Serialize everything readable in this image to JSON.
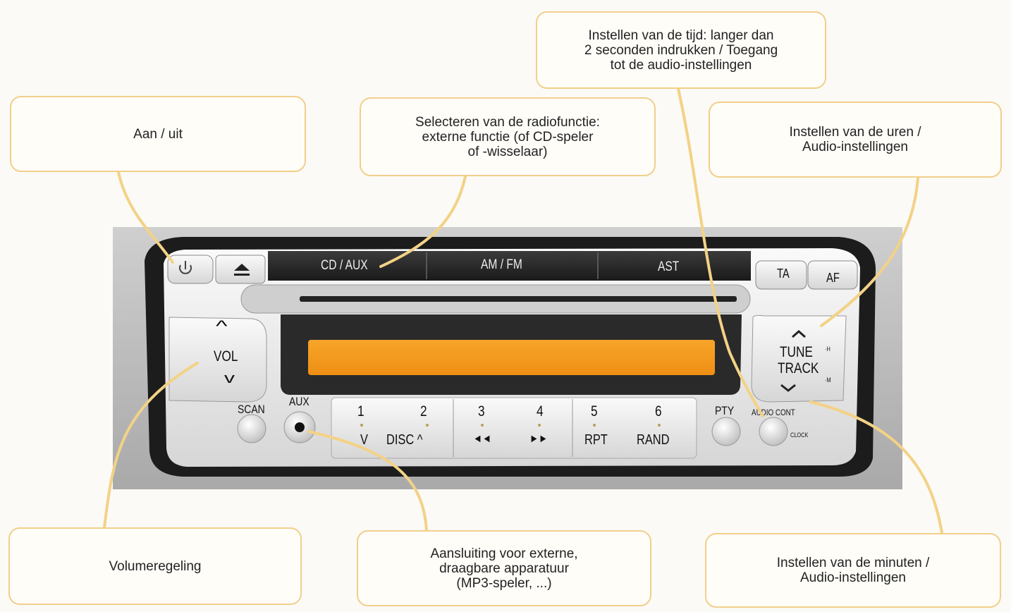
{
  "callouts": {
    "power": "Aan / uit",
    "mode": "Selecteren van de radiofunctie:\nexterne functie (of CD-speler\nof -wisselaar)",
    "clock": "Instellen van de tijd: langer dan\n2 seconden indrukken / Toegang\ntot de audio-instellingen",
    "hours": "Instellen van de uren /\nAudio-instellingen",
    "volume": "Volumeregeling",
    "aux_jack": "Aansluiting voor externe,\ndraagbare apparatuur\n(MP3-speler, ...)",
    "minutes": "Instellen van de minuten /\nAudio-instellingen"
  },
  "radio": {
    "top_buttons": {
      "cd_aux": "CD / AUX",
      "am_fm": "AM / FM",
      "ast": "AST",
      "ta": "TA",
      "af": "AF"
    },
    "vol": {
      "up": "^",
      "label": "VOL",
      "down": "v"
    },
    "scan": "SCAN",
    "aux": "AUX",
    "presets": [
      {
        "num": "1",
        "func": "V"
      },
      {
        "num": "2",
        "func": "DISC ^"
      },
      {
        "num": "3",
        "func": "◄◄"
      },
      {
        "num": "4",
        "func": "►►"
      },
      {
        "num": "5",
        "func": "RPT"
      },
      {
        "num": "6",
        "func": "RAND"
      }
    ],
    "pty": "PTY",
    "audio_cont": "AUDIO CONT",
    "clock": "CLOCK",
    "tune_track": {
      "line1": "TUNE",
      "line2": "TRACK",
      "h_mark": "·H",
      "m_mark": "·M"
    },
    "display_color": "#f39a1b"
  },
  "colors": {
    "callout_border": "#f1cf8b",
    "leader": "#f3d286"
  }
}
